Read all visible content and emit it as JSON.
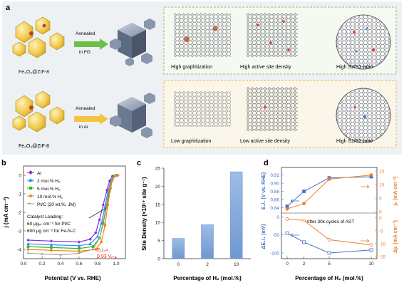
{
  "figure": {
    "panel_a": {
      "label": "a",
      "row1": {
        "precursor": "Fe₂O₃@ZIF-8",
        "arrow_text": [
          "Annealed",
          "in FG"
        ],
        "captions": [
          "High graphitization",
          "High active site density",
          "High S2/S1 ratio"
        ]
      },
      "row2": {
        "precursor": "Fe₂O₃@ZIF-8",
        "arrow_text": [
          "Annealed",
          "in Ar"
        ],
        "captions": [
          "Low graphitization",
          "Low active site density",
          "High S1/S2 ratio"
        ]
      }
    },
    "panel_b": {
      "label": "b",
      "legend": [
        "Ar",
        "2 mol.% H₂",
        "5 mol.% H₂",
        "10 mol.% H₂",
        "Pt/C (20 wt.%, JM)"
      ],
      "loading_title": "Catalyst Loading:",
      "loading_lines": [
        "60 μgₚₜ cm⁻² for Pt/C",
        "600 μg cm⁻² for Fe-N-C"
      ],
      "annot_e12": "E₁/₂=",
      "annot_value": "0.93 Vᵣₕₑ",
      "xlabel": "Potential (V vs. RHE)",
      "ylabel": "j (mA cm⁻²)",
      "xticks": [
        "0.0",
        "0.2",
        "0.4",
        "0.6",
        "0.8",
        "1.0"
      ],
      "yticks": [
        "0",
        "-1",
        "-2",
        "-3",
        "-4"
      ]
    },
    "panel_c": {
      "label": "c",
      "xlabel": "Percentage of H₂ (mol.%)",
      "ylabel": "Site Density (×10¹⁹ site g⁻¹)",
      "xticks": [
        "0",
        "2",
        "10"
      ],
      "yticks": [
        "0",
        "5",
        "10",
        "15",
        "20",
        "25"
      ]
    },
    "panel_d": {
      "label": "d",
      "top_ylabel_left": "E₁/₂ (V vs. RHE)",
      "top_ylabel_right": "jₖ (mA cm⁻²)",
      "bottom_ylabel_left": "ΔE₁/₂ (mV)",
      "bottom_ylabel_right": "Δjₖ (mA cm⁻²)",
      "annotation": "After 30k cycles of AST",
      "xlabel": "Percentage of H₂ (mol.%)",
      "xticks": [
        "0",
        "2",
        "5",
        "10"
      ],
      "top_left_ticks": [
        "0.84",
        "0.86",
        "0.88",
        "0.90",
        "0.92"
      ],
      "top_right_ticks": [
        "0",
        "5",
        "10",
        "15"
      ],
      "bottom_left_ticks": [
        "-100",
        "-50",
        "0"
      ],
      "bottom_right_ticks": [
        "-15",
        "-10",
        "-5",
        "0"
      ]
    },
    "colors": {
      "ar": "#8a2be2",
      "h2_2": "#1e90ff",
      "h2_5": "#22bb22",
      "h2_10": "#ff7f00",
      "ptc": "#9a9a9a",
      "blue": "#4472c4",
      "orange": "#ed7d31",
      "bar": "#7fa8dc",
      "annot_red": "#e8241c"
    }
  },
  "chart_data": [
    {
      "type": "line",
      "panel": "b",
      "xlabel": "Potential (V vs. RHE)",
      "ylabel": "j (mA cm⁻²)",
      "xlim": [
        0.0,
        1.1
      ],
      "ylim": [
        -4.5,
        0.5
      ],
      "series": [
        {
          "name": "Ar",
          "x": [
            0.05,
            0.3,
            0.6,
            0.72,
            0.78,
            0.82,
            0.86,
            0.9,
            0.93,
            0.96,
            1.0
          ],
          "y": [
            -3.5,
            -3.55,
            -3.6,
            -3.45,
            -3.1,
            -2.4,
            -1.6,
            -0.8,
            -0.3,
            -0.05,
            0.0
          ]
        },
        {
          "name": "2 mol.% H₂",
          "x": [
            0.05,
            0.3,
            0.6,
            0.72,
            0.8,
            0.84,
            0.88,
            0.91,
            0.94,
            0.97,
            1.0
          ],
          "y": [
            -3.7,
            -3.75,
            -3.8,
            -3.7,
            -3.3,
            -2.6,
            -1.7,
            -0.9,
            -0.35,
            -0.05,
            0.0
          ]
        },
        {
          "name": "5 mol.% H₂",
          "x": [
            0.05,
            0.3,
            0.6,
            0.75,
            0.82,
            0.86,
            0.9,
            0.93,
            0.95,
            0.98,
            1.0
          ],
          "y": [
            -3.85,
            -3.9,
            -3.95,
            -3.85,
            -3.4,
            -2.6,
            -1.6,
            -0.8,
            -0.3,
            -0.05,
            0.0
          ]
        },
        {
          "name": "10 mol.% H₂",
          "x": [
            0.05,
            0.3,
            0.6,
            0.78,
            0.84,
            0.88,
            0.91,
            0.94,
            0.96,
            0.99,
            1.02
          ],
          "y": [
            -4.0,
            -4.05,
            -4.1,
            -4.0,
            -3.6,
            -2.7,
            -1.6,
            -0.7,
            -0.25,
            -0.03,
            0.0
          ]
        },
        {
          "name": "Pt/C (20 wt.%, JM)",
          "x": [
            0.05,
            0.2,
            0.4,
            0.6,
            0.75,
            0.82,
            0.86,
            0.9,
            0.93,
            0.96,
            1.0
          ],
          "y": [
            -4.2,
            -4.25,
            -4.3,
            -4.2,
            -4.0,
            -3.4,
            -2.5,
            -1.4,
            -0.6,
            -0.15,
            0.0
          ]
        }
      ]
    },
    {
      "type": "bar",
      "panel": "c",
      "xlabel": "Percentage of H₂ (mol.%)",
      "ylabel": "Site Density (×10¹⁹ site g⁻¹)",
      "categories": [
        "0",
        "2",
        "10"
      ],
      "values": [
        5.6,
        9.4,
        24.0
      ],
      "ylim": [
        0,
        25
      ]
    },
    {
      "type": "line",
      "panel": "d-top",
      "xlabel": "Percentage of H₂ (mol.%)",
      "x": [
        0,
        2,
        5,
        10
      ],
      "series": [
        {
          "axis": "left",
          "ylabel": "E₁/₂ (V vs. RHE)",
          "values": [
            0.843,
            0.88,
            0.913,
            0.916
          ],
          "ylim": [
            0.83,
            0.93
          ]
        },
        {
          "axis": "right",
          "ylabel": "jₖ (mA cm⁻²)",
          "values": [
            1.0,
            3.0,
            12.0,
            13.5
          ],
          "ylim": [
            0,
            15
          ]
        }
      ]
    },
    {
      "type": "line",
      "panel": "d-bottom",
      "xlabel": "Percentage of H₂ (mol.%)",
      "x": [
        0,
        2,
        5,
        10
      ],
      "series": [
        {
          "axis": "left",
          "ylabel": "ΔE₁/₂ (mV)",
          "values": [
            -45,
            -70,
            -100,
            -92
          ],
          "ylim": [
            -110,
            5
          ]
        },
        {
          "axis": "right",
          "ylabel": "Δjₖ (mA cm⁻²)",
          "values": [
            -0.5,
            -1.0,
            -8.5,
            -10.5
          ],
          "ylim": [
            -15,
            1
          ]
        }
      ]
    }
  ]
}
